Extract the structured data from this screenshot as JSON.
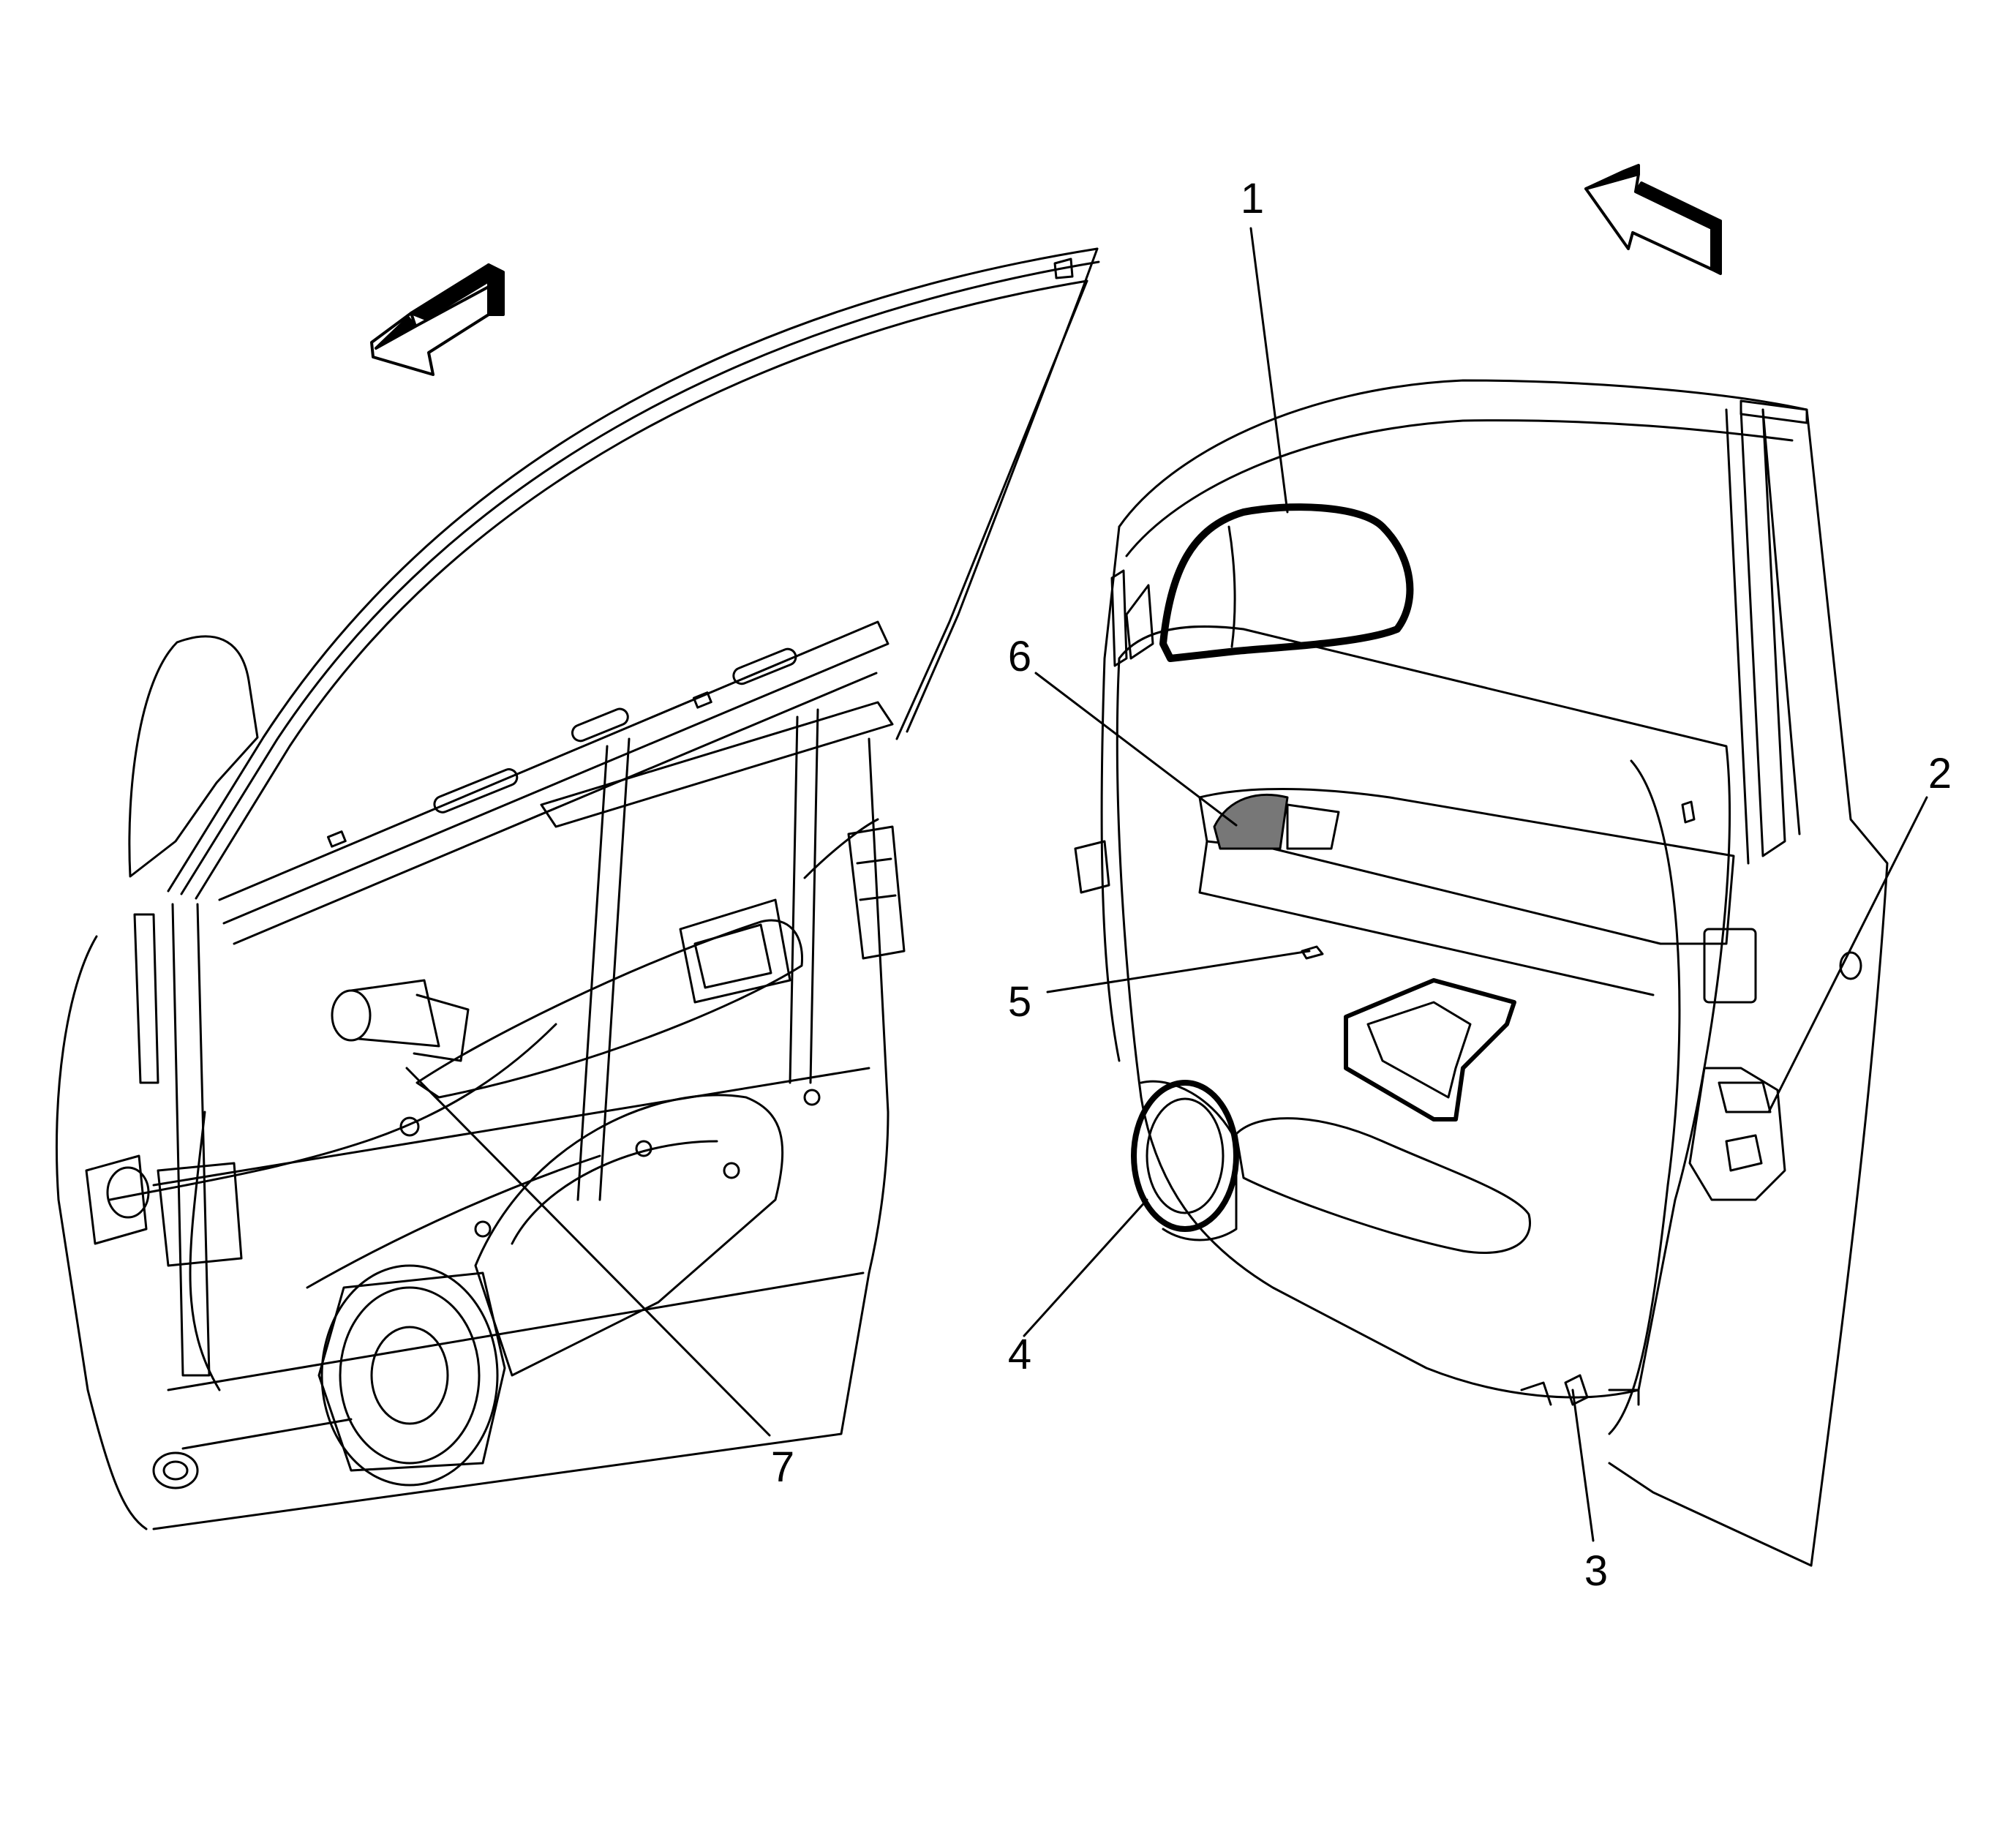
{
  "callouts": {
    "c1": "1",
    "c2": "2",
    "c3": "3",
    "c4": "4",
    "c5": "5",
    "c6": "6",
    "c7": "7"
  },
  "colors": {
    "ink": "#000000",
    "paper": "#ffffff"
  },
  "icons": {
    "left_arrow": "direction-arrow-icon",
    "right_arrow": "direction-arrow-icon"
  }
}
